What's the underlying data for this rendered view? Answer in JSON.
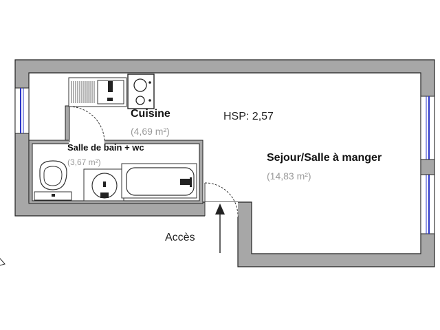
{
  "rooms": {
    "kitchen": {
      "name": "Cuisine",
      "area": "(4,69 m²)"
    },
    "bathroom": {
      "name": "Salle de bain + wc",
      "area": "(3,67 m²)"
    },
    "living": {
      "name": "Sejour/Salle à manger",
      "area": "(14,83 m²)"
    }
  },
  "ceiling_height": "HSP: 2,57",
  "entrance": "Accès",
  "colors": {
    "wall": "#a7a7a7",
    "wall_outline": "#222222",
    "window": "#2a35c8",
    "area_text": "#9a9a9a"
  }
}
